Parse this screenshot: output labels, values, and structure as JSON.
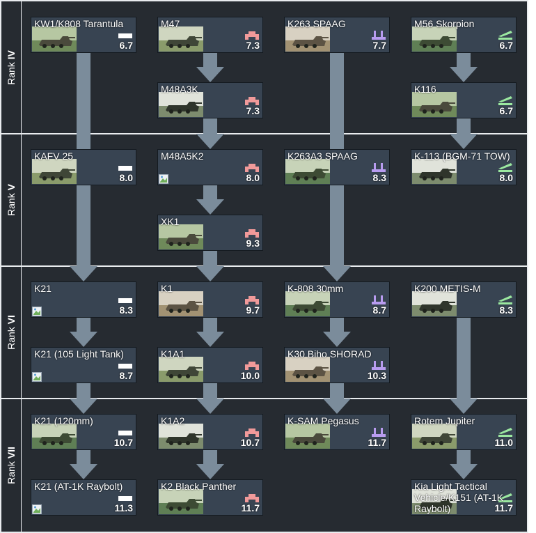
{
  "ranks": [
    {
      "prefix": "Rank ",
      "numeral": "IV"
    },
    {
      "prefix": "Rank ",
      "numeral": "V"
    },
    {
      "prefix": "Rank ",
      "numeral": "VI"
    },
    {
      "prefix": "Rank ",
      "numeral": "VII"
    }
  ],
  "colors": {
    "background": "#262b31",
    "card": "#384452",
    "arrow": "#7b8c9b",
    "separator": "#e9ecef",
    "light_tank": "#ffffff",
    "medium_tank": "#f19a9a",
    "spaa": "#b89cf0",
    "tank_destroyer": "#9be8a0"
  },
  "vehicles": [
    {
      "id": "kw1",
      "name": "KW1/K808 Tarantula",
      "br": "6.7",
      "type": "light-tank",
      "thumb": "photo"
    },
    {
      "id": "m47",
      "name": "M47",
      "br": "7.3",
      "type": "medium-tank",
      "thumb": "photo"
    },
    {
      "id": "k263",
      "name": "K263 SPAAG",
      "br": "7.7",
      "type": "spaa",
      "thumb": "photo"
    },
    {
      "id": "m56",
      "name": "M56 Skorpion",
      "br": "6.7",
      "type": "tank-destroyer",
      "thumb": "photo"
    },
    {
      "id": "m48a3k",
      "name": "M48A3K",
      "br": "7.3",
      "type": "medium-tank",
      "thumb": "photo"
    },
    {
      "id": "k116",
      "name": "K116",
      "br": "6.7",
      "type": "tank-destroyer",
      "thumb": "photo"
    },
    {
      "id": "kafv25",
      "name": "KAFV 25",
      "br": "8.0",
      "type": "light-tank",
      "thumb": "photo"
    },
    {
      "id": "m48a5k2",
      "name": "M48A5K2",
      "br": "8.0",
      "type": "medium-tank",
      "thumb": "broken"
    },
    {
      "id": "k263a3",
      "name": "K263A3 SPAAG",
      "br": "8.3",
      "type": "spaa",
      "thumb": "photo"
    },
    {
      "id": "k113",
      "name": "K-113 (BGM-71 TOW)",
      "br": "8.0",
      "type": "tank-destroyer",
      "thumb": "photo"
    },
    {
      "id": "xk1",
      "name": "XK1",
      "br": "9.3",
      "type": "medium-tank",
      "thumb": "photo"
    },
    {
      "id": "k21",
      "name": "K21",
      "br": "8.3",
      "type": "light-tank",
      "thumb": "broken"
    },
    {
      "id": "k1",
      "name": "K1",
      "br": "9.7",
      "type": "medium-tank",
      "thumb": "photo"
    },
    {
      "id": "k808",
      "name": "K-808 30mm",
      "br": "8.7",
      "type": "spaa",
      "thumb": "photo"
    },
    {
      "id": "k200",
      "name": "K200 METIS-M",
      "br": "8.3",
      "type": "tank-destroyer",
      "thumb": "photo"
    },
    {
      "id": "k21lt",
      "name": "K21 (105 Light Tank)",
      "br": "8.7",
      "type": "light-tank",
      "thumb": "broken"
    },
    {
      "id": "k1a1",
      "name": "K1A1",
      "br": "10.0",
      "type": "medium-tank",
      "thumb": "photo"
    },
    {
      "id": "k30",
      "name": "K30 Biho SHORAD",
      "br": "10.3",
      "type": "spaa",
      "thumb": "photo"
    },
    {
      "id": "k21120",
      "name": "K21 (120mm)",
      "br": "10.7",
      "type": "light-tank",
      "thumb": "photo"
    },
    {
      "id": "k1a2",
      "name": "K1A2",
      "br": "10.7",
      "type": "medium-tank",
      "thumb": "photo"
    },
    {
      "id": "ksam",
      "name": "K-SAM Pegasus",
      "br": "11.7",
      "type": "spaa",
      "thumb": "photo"
    },
    {
      "id": "rotem",
      "name": "Rotem Jupiter",
      "br": "11.0",
      "type": "tank-destroyer",
      "thumb": "photo"
    },
    {
      "id": "k21at",
      "name": "K21 (AT-1K Raybolt)",
      "br": "11.3",
      "type": "light-tank",
      "thumb": "broken"
    },
    {
      "id": "k2",
      "name": "K2 Black Panther",
      "br": "11.7",
      "type": "medium-tank",
      "thumb": "photo"
    },
    {
      "id": "kia",
      "name": "Kia Light Tactical Vehicle/K151 (AT-1K Raybolt)",
      "br": "11.7",
      "type": "tank-destroyer",
      "thumb": "photo"
    }
  ]
}
